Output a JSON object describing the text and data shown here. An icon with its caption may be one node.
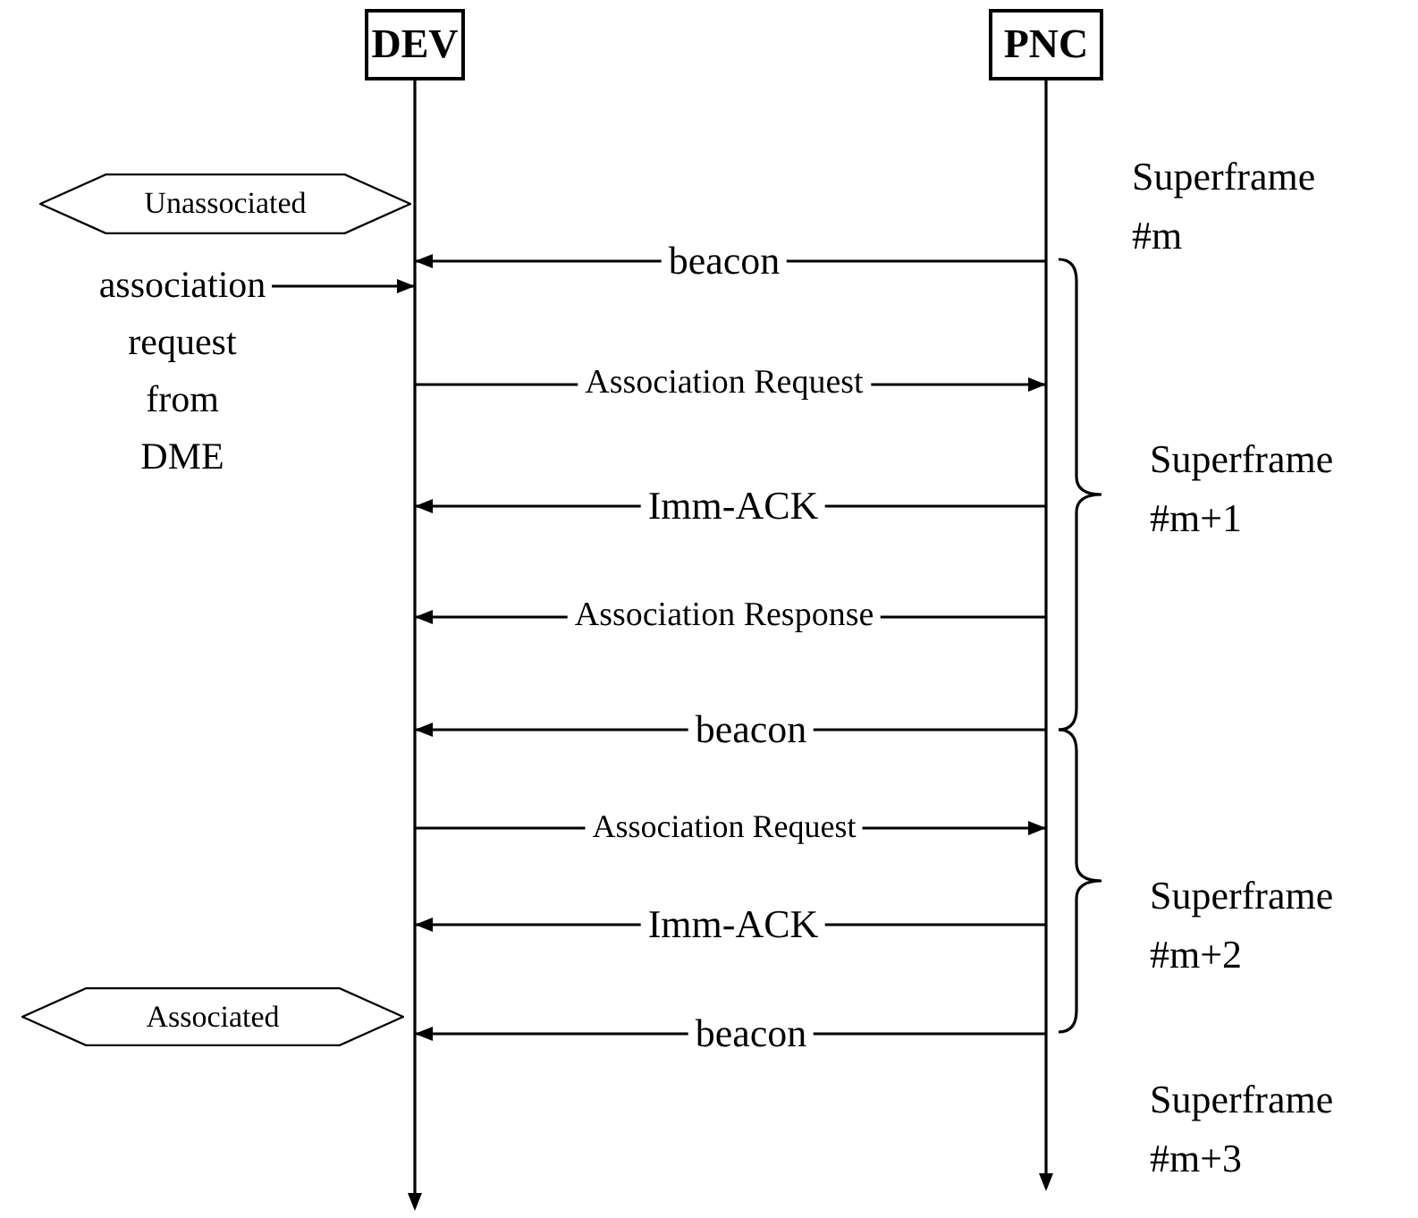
{
  "diagram": {
    "nodes": [
      {
        "text": [
          "DEV"
        ]
      },
      {
        "text": [
          "PNC"
        ]
      },
      {
        "text": [],
        "shape": "line"
      },
      {
        "text": [],
        "shape": "line"
      },
      {
        "text": [
          "Unassociated"
        ]
      },
      {
        "text": [
          "association request from DME"
        ]
      },
      {
        "text": [
          "Associated"
        ]
      }
    ],
    "edges": [
      {
        "from": 3,
        "to": 2,
        "label": "beacon",
        "arrow": "to"
      },
      {
        "from": 5,
        "to": 2,
        "arrow": "to"
      },
      {
        "from": 2,
        "to": 3,
        "label": "Association Request",
        "arrow": "to"
      },
      {
        "from": 3,
        "to": 2,
        "label": "Imm-ACK",
        "arrow": "to"
      },
      {
        "from": 3,
        "to": 2,
        "label": "Association Response",
        "arrow": "to"
      },
      {
        "from": 3,
        "to": 2,
        "label": "beacon",
        "arrow": "to"
      },
      {
        "from": 2,
        "to": 3,
        "label": "Association Request",
        "arrow": "to"
      },
      {
        "from": 3,
        "to": 2,
        "label": "Imm-ACK",
        "arrow": "to"
      },
      {
        "from": 3,
        "to": 2,
        "label": "beacon",
        "arrow": "to"
      }
    ],
    "labels": [
      "Superframe #m",
      "Superframe #m+1",
      "Superframe #m+2",
      "Superframe #m+3"
    ]
  }
}
